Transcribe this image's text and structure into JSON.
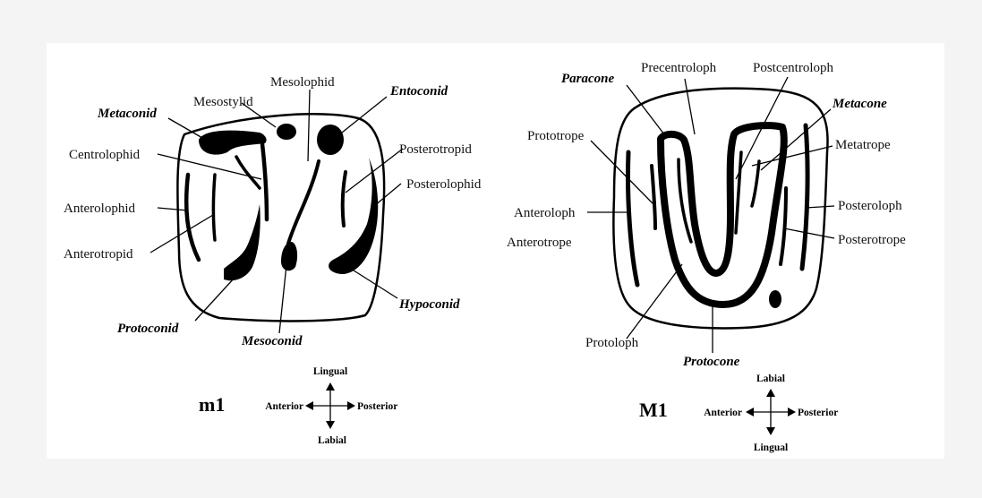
{
  "lower_molar": {
    "tooth_label": "m1",
    "labels": {
      "metaconid": "Metaconid",
      "mesostylid": "Mesostylid",
      "mesolophid": "Mesolophid",
      "entoconid": "Entoconid",
      "centrolophid": "Centrolophid",
      "posterotropid": "Posterotropid",
      "posterolophid": "Posterolophid",
      "anterolophid": "Anterolophid",
      "anterotropid": "Anterotropid",
      "protoconid": "Protoconid",
      "mesoconid": "Mesoconid",
      "hypoconid": "Hypoconid"
    },
    "compass": {
      "top": "Lingual",
      "bottom": "Labial",
      "left": "Anterior",
      "right": "Posterior"
    }
  },
  "upper_molar": {
    "tooth_label": "M1",
    "labels": {
      "paracone": "Paracone",
      "precentroloph": "Precentroloph",
      "postcentroloph": "Postcentroloph",
      "metacone": "Metacone",
      "prototrope": "Prototrope",
      "metatrope": "Metatrope",
      "anteroloph": "Anteroloph",
      "anterotrope": "Anterotrope",
      "posteroloph": "Posteroloph",
      "posterotrope": "Posterotrope",
      "protoloph": "Protoloph",
      "protocone": "Protocone"
    },
    "compass": {
      "top": "Labial",
      "bottom": "Lingual",
      "left": "Anterior",
      "right": "Posterior"
    }
  }
}
